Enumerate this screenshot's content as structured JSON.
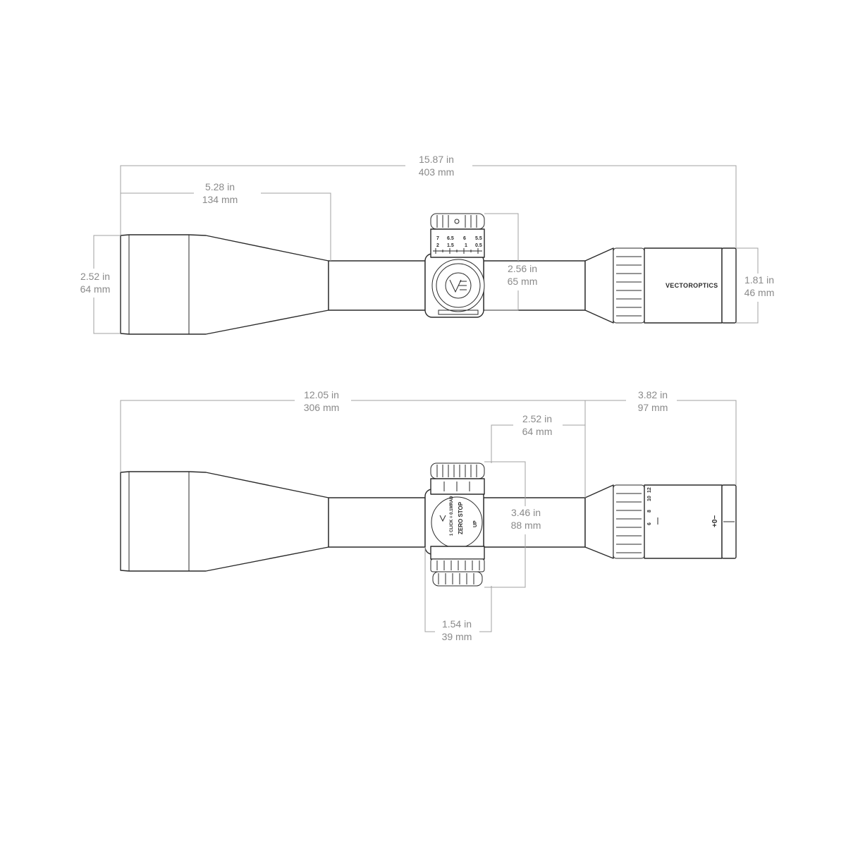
{
  "dimensions": {
    "top": {
      "overall": {
        "in": "15.87 in",
        "mm": "403 mm"
      },
      "objective_length": {
        "in": "5.28 in",
        "mm": "134 mm"
      },
      "objective_diameter": {
        "in": "2.52 in",
        "mm": "64 mm"
      },
      "turret_height": {
        "in": "2.56 in",
        "mm": "65 mm"
      },
      "eyepiece_diameter": {
        "in": "1.81 in",
        "mm": "46 mm"
      }
    },
    "bottom": {
      "front_to_eyepiece": {
        "in": "12.05 in",
        "mm": "306 mm"
      },
      "eyepiece_length": {
        "in": "3.82 in",
        "mm": "97 mm"
      },
      "turret_to_eyepiece": {
        "in": "2.52 in",
        "mm": "64 mm"
      },
      "turret_span": {
        "in": "3.46 in",
        "mm": "88 mm"
      },
      "turret_width": {
        "in": "1.54 in",
        "mm": "39 mm"
      }
    }
  },
  "markings": {
    "brand": "VECTOROPTICS",
    "side_scale_top": [
      "7",
      "6.5",
      "6",
      "5.5"
    ],
    "side_scale_bottom": [
      "2",
      "1.5",
      "1",
      "0.5"
    ],
    "elevation_dial_lines": [
      "1 CLICK = 0.1MRAD",
      "ZERO STOP"
    ],
    "elevation_up": "UP",
    "magnification": [
      "6",
      "8",
      "10",
      "12"
    ],
    "diopter": "+0−"
  }
}
